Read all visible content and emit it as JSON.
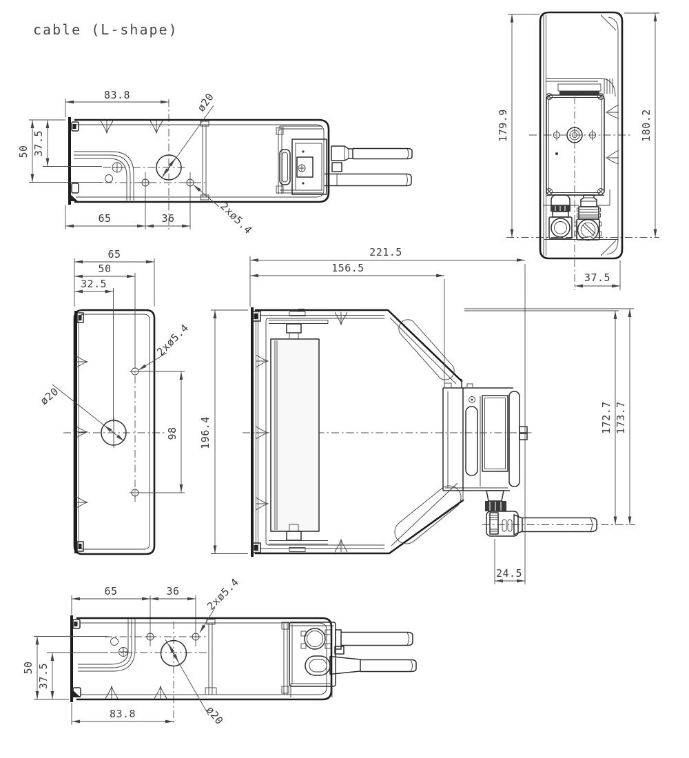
{
  "title": "cable (L-shape)",
  "colors": {
    "background": "#ffffff",
    "line": "#1c1c1c",
    "dimension_line": "#4a4a4a",
    "text": "#3a3a3a"
  },
  "views": {
    "side_top": {
      "dim_width_total": "83.8",
      "dim_hole_dia": "ø20",
      "dim_height_outer": "50",
      "dim_height_inner": "37.5",
      "dim_left_span": "65",
      "dim_right_span": "36",
      "dim_small_holes": "2xø5.4"
    },
    "end_right": {
      "dim_height_left": "179.9",
      "dim_height_right": "180.2",
      "dim_offset_bottom": "37.5"
    },
    "plate_left": {
      "dim_width_outer": "65",
      "dim_width_mid": "50",
      "dim_width_inner": "32.5",
      "dim_small_holes": "2xø5.4",
      "dim_hole_dia": "ø20",
      "dim_hole_pitch": "98",
      "dim_height": "196.4"
    },
    "front_main": {
      "dim_length_total": "221.5",
      "dim_length_body": "156.5",
      "dim_height_cable_inner": "172.7",
      "dim_height_cable_outer": "173.7",
      "dim_elbow_offset": "24.5"
    },
    "side_bottom": {
      "dim_left_span": "65",
      "dim_right_span": "36",
      "dim_small_holes": "2xø5.4",
      "dim_height_outer": "50",
      "dim_height_inner": "37.5",
      "dim_width_total": "83.8",
      "dim_hole_dia": "ø20"
    }
  }
}
